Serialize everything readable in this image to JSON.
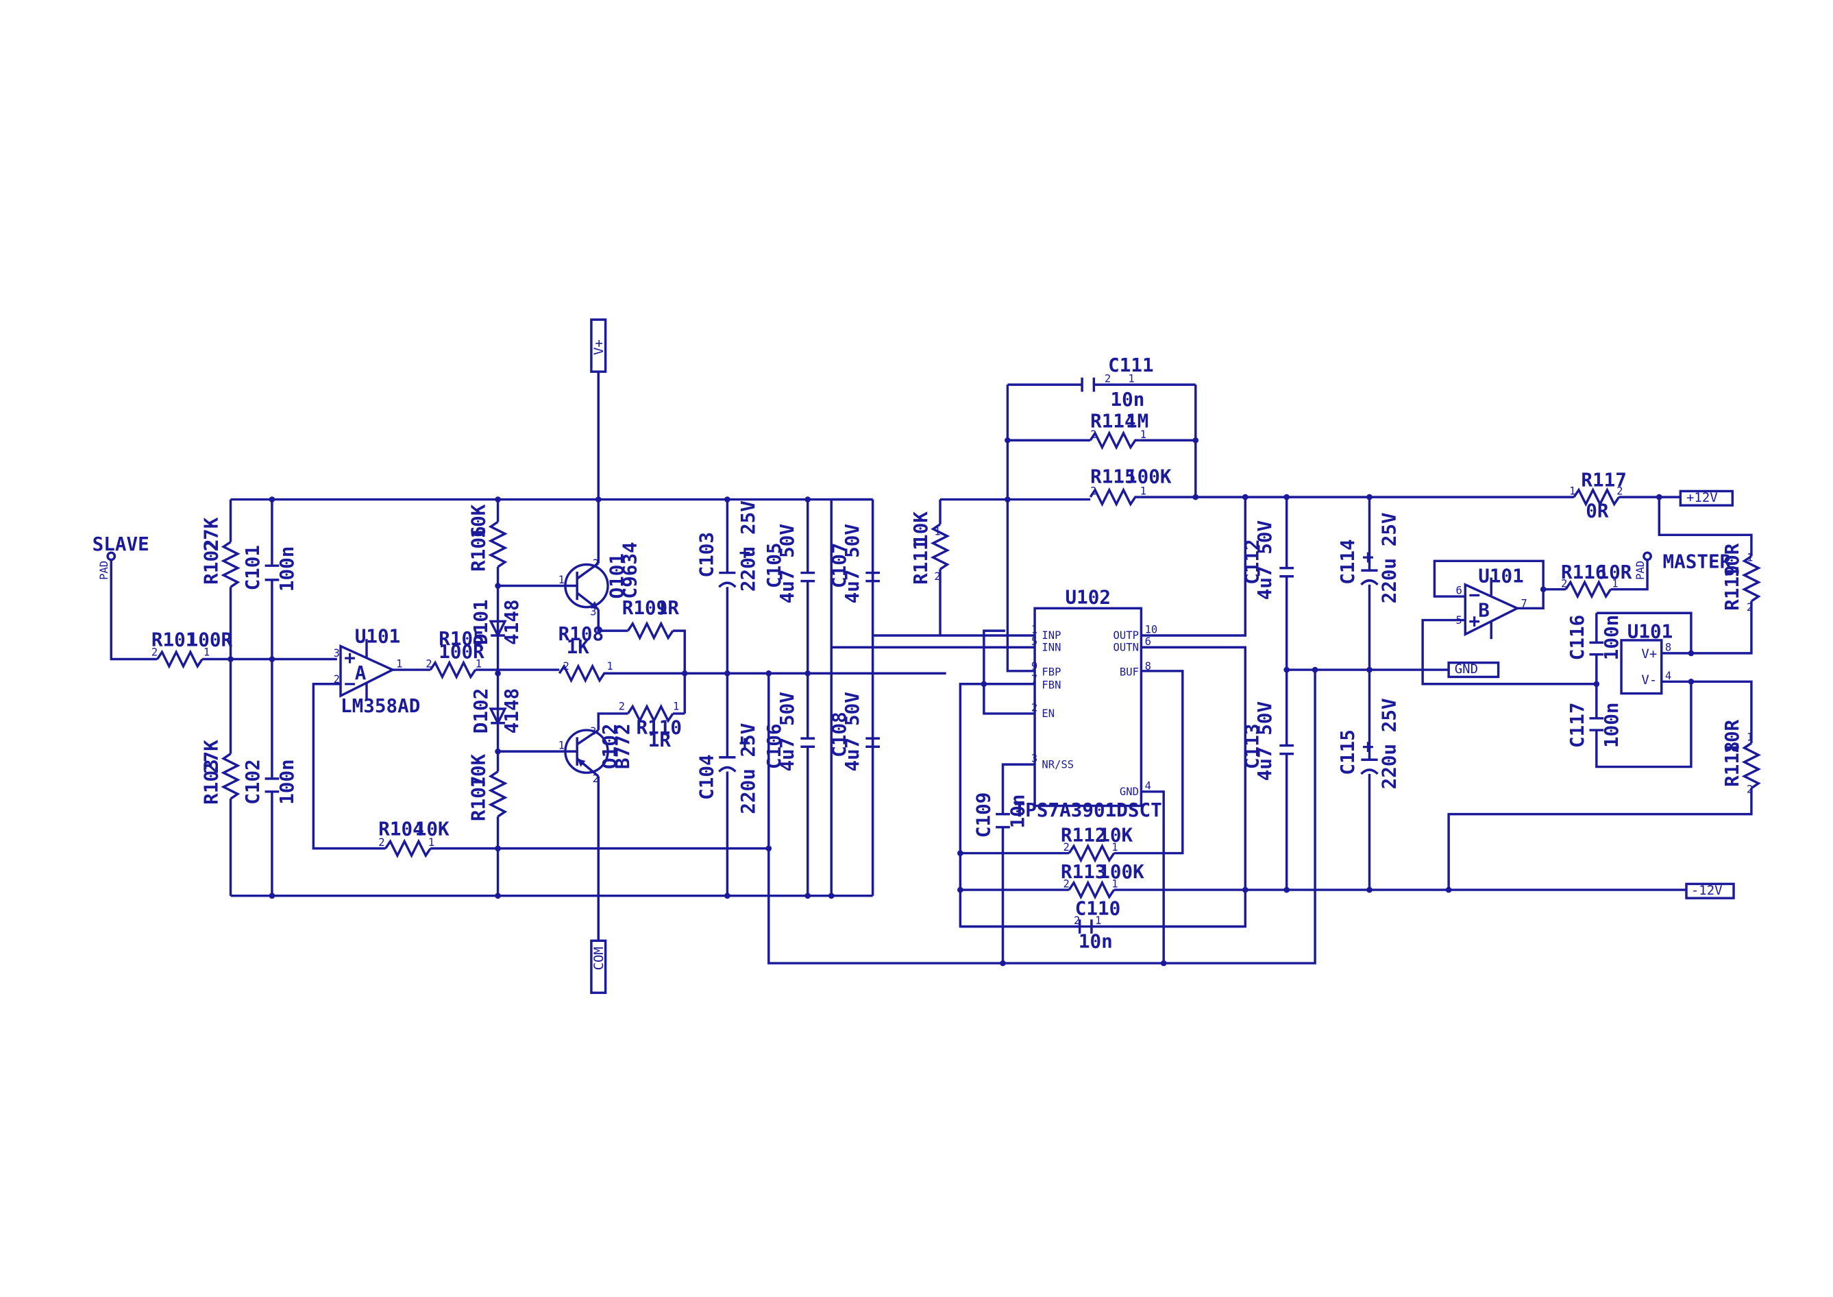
{
  "colors": {
    "ink": "#1a1a9a",
    "background": "#ffffff"
  },
  "ports": {
    "vplus": "V+",
    "com": "COM",
    "p12": "+12V",
    "m12": "-12V",
    "gnd": "GND",
    "slave": "SLAVE",
    "master": "MASTER",
    "pad": "PAD"
  },
  "opamps": {
    "u101a": {
      "ref": "U101",
      "unit": "A",
      "part": "LM358AD"
    },
    "u101b": {
      "ref": "U101",
      "unit": "B"
    },
    "u101c": {
      "ref": "U101",
      "vp": "V+",
      "vm": "V-"
    }
  },
  "transistors": {
    "q101": {
      "ref": "Q101",
      "part": "C9634"
    },
    "q102": {
      "ref": "Q102",
      "part": "B772"
    }
  },
  "diodes": {
    "d101": {
      "ref": "D101",
      "part": "4148"
    },
    "d102": {
      "ref": "D102",
      "part": "4148"
    }
  },
  "ic": {
    "ref": "U102",
    "part": "TPS7A3901DSCT",
    "pins": {
      "inp": "INP",
      "inn": "INN",
      "fbp": "FBP",
      "fbn": "FBN",
      "en": "EN",
      "nrss": "NR/SS",
      "outp": "OUTP",
      "outn": "OUTN",
      "buf": "BUF",
      "gnd": "GND"
    }
  },
  "resistors": {
    "r101": {
      "ref": "R101",
      "value": "100R"
    },
    "r102": {
      "ref": "R102",
      "value": "27K"
    },
    "r103": {
      "ref": "R103",
      "value": "27K"
    },
    "r104": {
      "ref": "R104",
      "value": "10K"
    },
    "r105": {
      "ref": "R105",
      "value": "100R"
    },
    "r106": {
      "ref": "R106",
      "value": "10K"
    },
    "r107": {
      "ref": "R107",
      "value": "10K"
    },
    "r108": {
      "ref": "R108",
      "value": "1K"
    },
    "r109": {
      "ref": "R109",
      "value": "1R"
    },
    "r110": {
      "ref": "R110",
      "value": "1R"
    },
    "r111": {
      "ref": "R111",
      "value": "10K"
    },
    "r112": {
      "ref": "R112",
      "value": "10K"
    },
    "r113": {
      "ref": "R113",
      "value": "100K"
    },
    "r114": {
      "ref": "R114",
      "value": "1M"
    },
    "r115": {
      "ref": "R115",
      "value": "100K"
    },
    "r116": {
      "ref": "R116",
      "value": "10R"
    },
    "r117": {
      "ref": "R117",
      "value": "0R"
    },
    "r118": {
      "ref": "R118",
      "value": "10R"
    },
    "r119": {
      "ref": "R119",
      "value": "10R"
    }
  },
  "capacitors": {
    "c101": {
      "ref": "C101",
      "value": "100n"
    },
    "c102": {
      "ref": "C102",
      "value": "100n"
    },
    "c103": {
      "ref": "C103",
      "value": "220u 25V"
    },
    "c104": {
      "ref": "C104",
      "value": "220u 25V"
    },
    "c105": {
      "ref": "C105",
      "value": "4u7 50V"
    },
    "c106": {
      "ref": "C106",
      "value": "4u7 50V"
    },
    "c107": {
      "ref": "C107",
      "value": "4u7 50V"
    },
    "c108": {
      "ref": "C108",
      "value": "4u7 50V"
    },
    "c109": {
      "ref": "C109",
      "value": "10n"
    },
    "c110": {
      "ref": "C110",
      "value": "10n"
    },
    "c111": {
      "ref": "C111",
      "value": "10n"
    },
    "c112": {
      "ref": "C112",
      "value": "4u7 50V"
    },
    "c113": {
      "ref": "C113",
      "value": "4u7 50V"
    },
    "c114": {
      "ref": "C114",
      "value": "220u 25V"
    },
    "c115": {
      "ref": "C115",
      "value": "220u 25V"
    },
    "c116": {
      "ref": "C116",
      "value": "100n"
    },
    "c117": {
      "ref": "C117",
      "value": "100n"
    }
  },
  "pin_numbers": {
    "p1": "1",
    "p2": "2",
    "p3": "3",
    "p4": "4",
    "p5": "5",
    "p6": "6",
    "p7": "7",
    "p8": "8",
    "p9": "9",
    "p10": "10"
  },
  "glyphs": {
    "plus": "+",
    "minus": "−"
  }
}
